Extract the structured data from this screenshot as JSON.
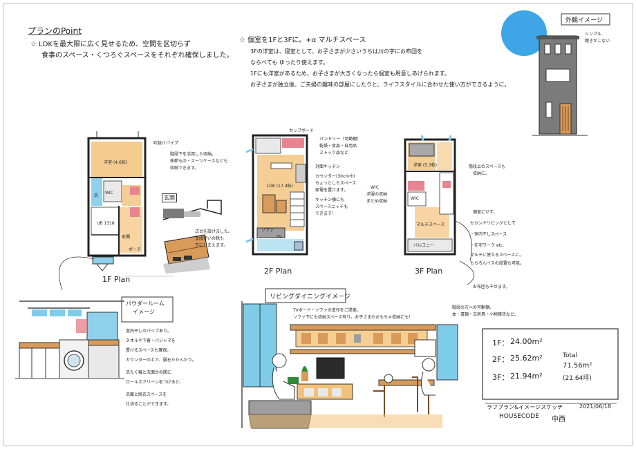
{
  "header": {
    "plan_point_title": "プランのPoint",
    "point1_line1": "☆ LDKを最大限に広く見せるため、空間を区切らず",
    "point1_line2": "食事のスペース・くつろぐスペースをそれぞれ確保しました。",
    "point2_title": "☆ 個室を1Fと3Fに。+α マルチスペース",
    "point2_line1": "3Fの洋室は、寝室として、お子さまが少さいうちは川の字にお布団を",
    "point2_line2": "ならべても ゆったり使えます。",
    "point2_line3": "1Fにも洋室があるため、お子さまが大きくなったら個室も用意しあげられます。",
    "point2_line4": "お子さまが独立後、ご夫婦の趣味の部屋にしたりと、ライフスタイルに合わせた使い方ができるように。"
  },
  "exterior": {
    "title": "外観イメージ",
    "note_line1": "シンプル",
    "note_line2": "飽きがこない"
  },
  "floor1": {
    "caption": "1F Plan",
    "room_western": "洋室 (4.6帖)",
    "room_ub": "UB 1318",
    "room_entrance": "玄関",
    "label_wic": "WIC",
    "label_bath": "洗",
    "label_porch": "ポーチ",
    "note_pipe": "吹抜けパイプ",
    "note_stairs_line1": "階段下を活用した収納。",
    "note_stairs_line2": "季節もの・スーツケースなども",
    "note_stairs_line3": "収納できます。",
    "entrance_label": "玄関",
    "entrance_note_line1": "式台を設けました。",
    "entrance_note_line2": "普段使いの靴も",
    "entrance_note_line3": "下にしまえます。"
  },
  "floor2": {
    "caption": "2F Plan",
    "note_counter": "カップボード",
    "note_pantry_line1": "パントリー（可動棚）",
    "note_pantry_line2": "乾燥・食品・日用品",
    "note_pantry_line3": "ストック品など",
    "note_kitchen": "対面キッチン",
    "note_c_line1": "カウンター(30cm巾)",
    "note_c_line2": "ちょっとしたスペース",
    "note_c_line3": "家電を置けます。",
    "note_c_line4": "キッチン横にも",
    "note_c_line5": "スペースニッチも",
    "note_c_line6": "できます！",
    "room_ldk": "LDK (17.4帖)",
    "room_sofa": "ソファ",
    "room_tv": "TV"
  },
  "floor3": {
    "caption": "3F Plan",
    "room_western": "洋室 (5.3帖)",
    "label_wic": "WIC",
    "label_multi": "マルチスペース",
    "label_balcony": "バルコニー",
    "note_wic_line1": "WIC",
    "note_wic_line2": "洋服の収納",
    "note_wic_line3": "まとめ収納",
    "note_stairs_line1": "階段上のスペースも",
    "note_stairs_line2": "収納に。",
    "note_multi_line1": "個室にせず、",
    "note_multi_line2": "セカンドリビングとして",
    "note_multi_line3": "・室内干しスペース",
    "note_multi_line4": "・在宅ワーク etc.",
    "note_multi_line5": "マルチに使えるスペースに。",
    "note_multi_line6": "もちろんイスの設置も可能。",
    "note_multi_line7": "お布団も干せます。"
  },
  "powder": {
    "title_line1": "パウダールーム",
    "title_line2": "イメージ",
    "line1": "室内干しのパイプあり。",
    "line2": "タオルや下着・パジャマを",
    "line3": "置けるスペースも確保。",
    "line4": "カウンターの上で、服をたたんだり。",
    "line5": "洗たく機と洗面台の間に",
    "line6": "ロールスクリーンをつけると、",
    "line7": "洗面と脱衣スペースを",
    "line8": "仕切ることができます。"
  },
  "living": {
    "title": "リビングダイニングイメージ",
    "note_tv_line1": "TVボード・ソファの造作をご提案。",
    "note_tv_line2": "ソファ下にも収納スペース有り。お子さまのおもちゃ収納にも！",
    "note_shelf_line1": "階段の方への可動棚。",
    "note_shelf_line2": "本・書類・文房具・小物雑貨など。"
  },
  "areas": {
    "f1_label": "1F：",
    "f1_value": "24.00m²",
    "f2_label": "2F：",
    "f2_value": "25.62m²",
    "f3_label": "3F：",
    "f3_value": "21.94m²",
    "total_label": "Total",
    "total_value": "71.56m²",
    "total_tsubo": "(21.64坪)"
  },
  "footer": {
    "title": "ラフプラン&イメージスケッチ",
    "date": "2021/06/18",
    "brand": "HOUSECODE",
    "author": "中西"
  },
  "colors": {
    "floor_wood": "#f3c27a",
    "accent_pink": "#e7848f",
    "window_blue": "#7fcce9",
    "sky_blue": "#3ea6e6",
    "facade_gray": "#777777",
    "wall_gray": "#9e9e9e",
    "green": "#2f8a3a"
  }
}
